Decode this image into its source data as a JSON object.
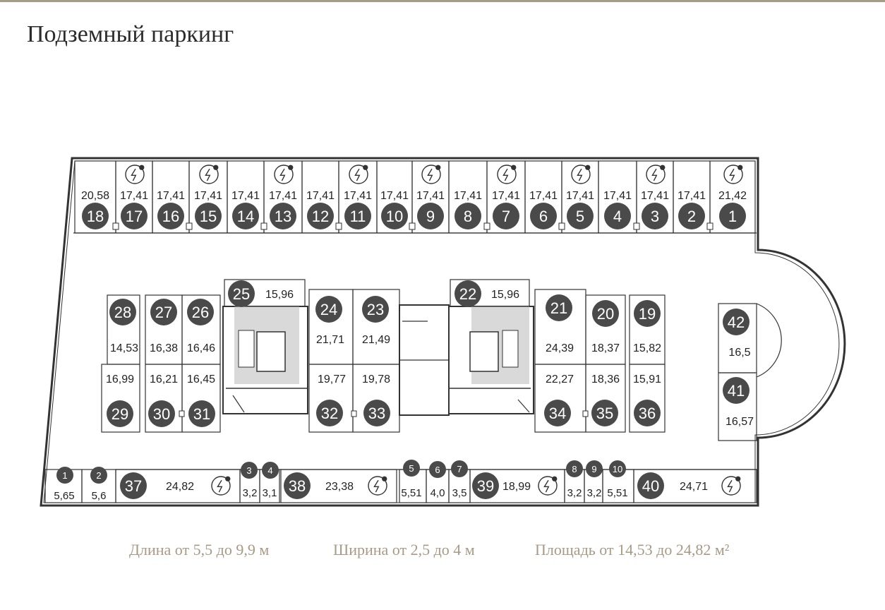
{
  "title": "Подземный паркинг",
  "colors": {
    "accent": "#a89a85",
    "badge": "#4a4a4a",
    "wall": "#333333",
    "stair_fill": "#d9d9d9"
  },
  "icons": {
    "charger": "ev-charger-icon"
  },
  "spots": [
    {
      "num": "18",
      "area": "20,58",
      "charger": false
    },
    {
      "num": "17",
      "area": "17,41",
      "charger": true
    },
    {
      "num": "16",
      "area": "17,41",
      "charger": false
    },
    {
      "num": "15",
      "area": "17,41",
      "charger": true
    },
    {
      "num": "14",
      "area": "17,41",
      "charger": false
    },
    {
      "num": "13",
      "area": "17,41",
      "charger": true
    },
    {
      "num": "12",
      "area": "17,41",
      "charger": false
    },
    {
      "num": "11",
      "area": "17,41",
      "charger": true
    },
    {
      "num": "10",
      "area": "17,41",
      "charger": false
    },
    {
      "num": "9",
      "area": "17,41",
      "charger": true
    },
    {
      "num": "8",
      "area": "17,41",
      "charger": false
    },
    {
      "num": "7",
      "area": "17,41",
      "charger": true
    },
    {
      "num": "6",
      "area": "17,41",
      "charger": false
    },
    {
      "num": "5",
      "area": "17,41",
      "charger": true
    },
    {
      "num": "4",
      "area": "17,41",
      "charger": false
    },
    {
      "num": "3",
      "area": "17,41",
      "charger": true
    },
    {
      "num": "2",
      "area": "17,41",
      "charger": false
    },
    {
      "num": "1",
      "area": "21,42",
      "charger": true
    },
    {
      "num": "28",
      "area": "14,53",
      "charger": false
    },
    {
      "num": "27",
      "area": "16,38",
      "charger": false
    },
    {
      "num": "26",
      "area": "16,46",
      "charger": false
    },
    {
      "num": "29",
      "area": "16,99",
      "charger": false
    },
    {
      "num": "30",
      "area": "16,21",
      "charger": false
    },
    {
      "num": "31",
      "area": "16,45",
      "charger": false
    },
    {
      "num": "25",
      "area": "15,96",
      "charger": false
    },
    {
      "num": "24",
      "area": "21,71",
      "charger": false
    },
    {
      "num": "23",
      "area": "21,49",
      "charger": false
    },
    {
      "num": "32",
      "area": "19,77",
      "charger": false
    },
    {
      "num": "33",
      "area": "19,78",
      "charger": false
    },
    {
      "num": "22",
      "area": "15,96",
      "charger": false
    },
    {
      "num": "21",
      "area": "24,39",
      "charger": false
    },
    {
      "num": "20",
      "area": "18,37",
      "charger": false
    },
    {
      "num": "19",
      "area": "15,82",
      "charger": false
    },
    {
      "num": "34",
      "area": "22,27",
      "charger": false
    },
    {
      "num": "35",
      "area": "18,36",
      "charger": false
    },
    {
      "num": "36",
      "area": "15,91",
      "charger": false
    },
    {
      "num": "42",
      "area": "16,5",
      "charger": false
    },
    {
      "num": "41",
      "area": "16,57",
      "charger": false
    },
    {
      "num": "37",
      "area": "24,82",
      "charger": true
    },
    {
      "num": "38",
      "area": "23,38",
      "charger": true
    },
    {
      "num": "39",
      "area": "18,99",
      "charger": true
    },
    {
      "num": "40",
      "area": "24,71",
      "charger": true
    }
  ],
  "storages": [
    {
      "num": "1",
      "area": "5,65"
    },
    {
      "num": "2",
      "area": "5,6"
    },
    {
      "num": "3",
      "area": "3,2"
    },
    {
      "num": "4",
      "area": "3,1"
    },
    {
      "num": "5",
      "area": "5,51"
    },
    {
      "num": "6",
      "area": "4,0"
    },
    {
      "num": "7",
      "area": "3,5"
    },
    {
      "num": "8",
      "area": "3,2"
    },
    {
      "num": "9",
      "area": "3,2"
    },
    {
      "num": "10",
      "area": "5,51"
    }
  ],
  "footer": {
    "length": "Длина от 5,5  до 9,9 м",
    "width": "Ширина от 2,5 до 4 м",
    "area": "Площадь от  14,53 до 24,82 м²"
  }
}
